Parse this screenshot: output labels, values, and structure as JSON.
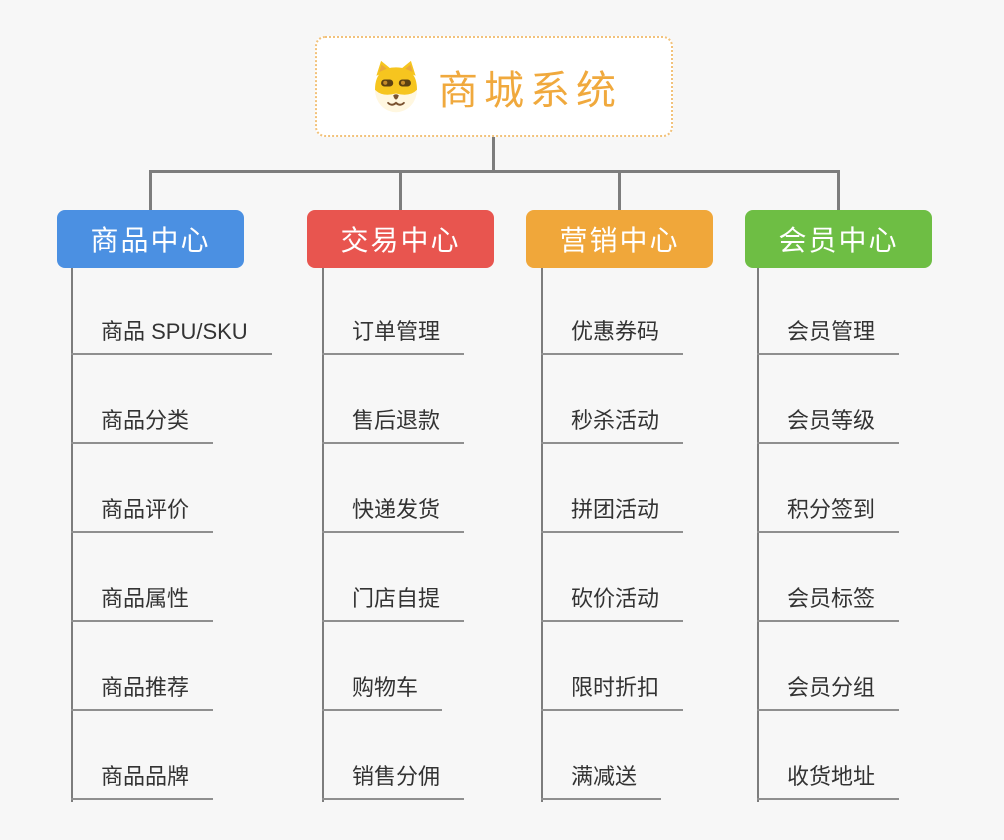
{
  "root": {
    "title": "商城系统",
    "icon": "dog-icon"
  },
  "branches": [
    {
      "label": "商品中心",
      "color": "#4B90E2",
      "children": [
        "商品 SPU/SKU",
        "商品分类",
        "商品评价",
        "商品属性",
        "商品推荐",
        "商品品牌"
      ]
    },
    {
      "label": "交易中心",
      "color": "#E8554F",
      "children": [
        "订单管理",
        "售后退款",
        "快递发货",
        "门店自提",
        "购物车",
        "销售分佣"
      ]
    },
    {
      "label": "营销中心",
      "color": "#F0A73A",
      "children": [
        "优惠券码",
        "秒杀活动",
        "拼团活动",
        "砍价活动",
        "限时折扣",
        "满减送"
      ]
    },
    {
      "label": "会员中心",
      "color": "#6EBE44",
      "children": [
        "会员管理",
        "会员等级",
        "积分签到",
        "会员标签",
        "会员分组",
        "收货地址"
      ]
    }
  ],
  "colors": {
    "background": "#F7F7F7",
    "root_text": "#F0A93D",
    "root_border": "#F2C27B",
    "connector": "#7D7D7D",
    "leaf_underline": "#8F8F8F",
    "leaf_text": "#333333"
  }
}
